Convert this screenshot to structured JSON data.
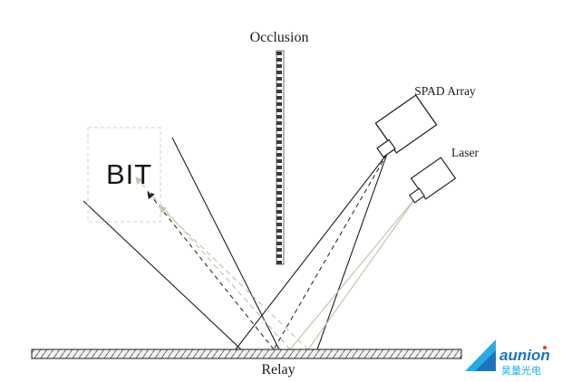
{
  "figure": {
    "type": "diagram",
    "description": "Non-line-of-sight imaging setup schematic: laser and SPAD array aim at a relay wall; light scatters around an occlusion to a hidden object (BIT) and returns"
  },
  "labels": {
    "occlusion": "Occlusion",
    "spad_array": "SPAD Array",
    "laser": "Laser",
    "bit": "BIT",
    "relay": "Relay"
  },
  "logo": {
    "brand": "aunion",
    "brand_cn": "昊量光电"
  },
  "colors": {
    "line_black": "#1c1c1c",
    "line_tan": "#c9c2ae",
    "hatch": "#3a3a3a",
    "logo_blue": "#29abe2",
    "logo_dark_blue": "#1b75bc",
    "bit_box_dash": "#cfcfcf"
  }
}
